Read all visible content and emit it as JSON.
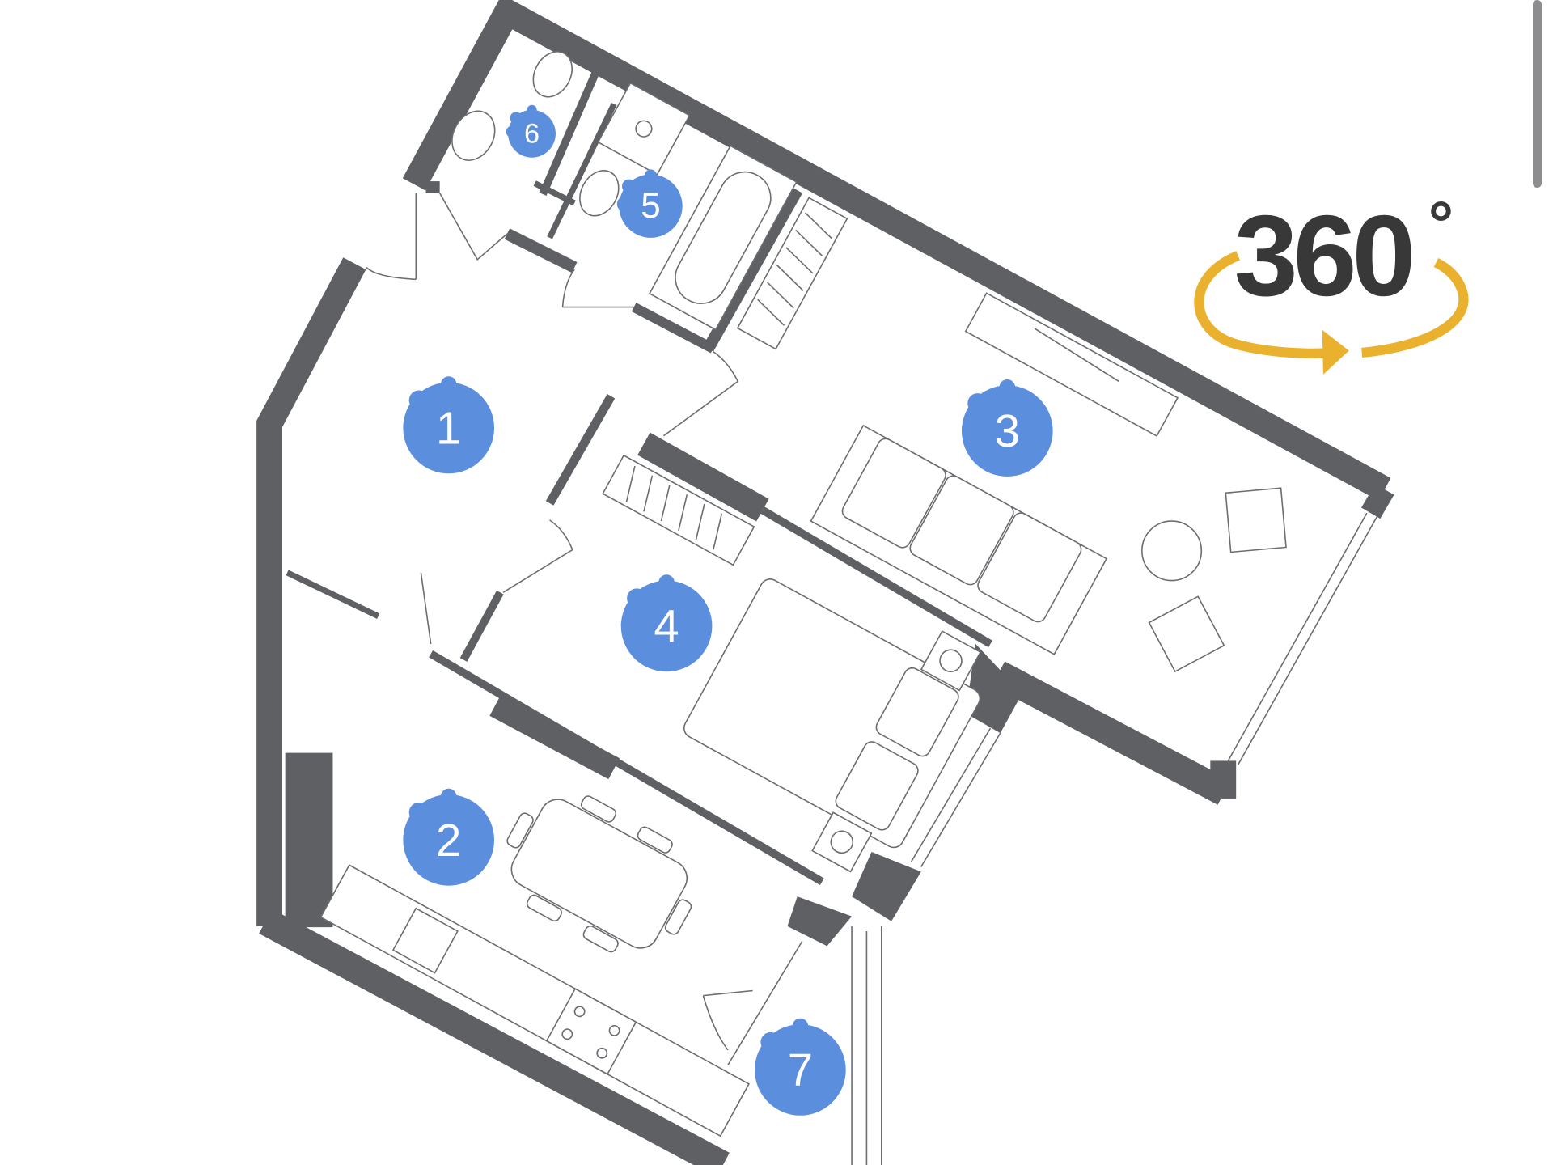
{
  "floorplan": {
    "rooms": [
      {
        "id": "1",
        "label": "1"
      },
      {
        "id": "2",
        "label": "2"
      },
      {
        "id": "3",
        "label": "3"
      },
      {
        "id": "4",
        "label": "4"
      },
      {
        "id": "5",
        "label": "5"
      },
      {
        "id": "6",
        "label": "6"
      },
      {
        "id": "7",
        "label": "7"
      }
    ],
    "colors": {
      "wall": "#5e6064",
      "marker": "#5b8fde",
      "logo_arrow": "#e9b12d",
      "logo_text": "#383838"
    }
  },
  "view360": {
    "label": "360",
    "degree": "°"
  }
}
